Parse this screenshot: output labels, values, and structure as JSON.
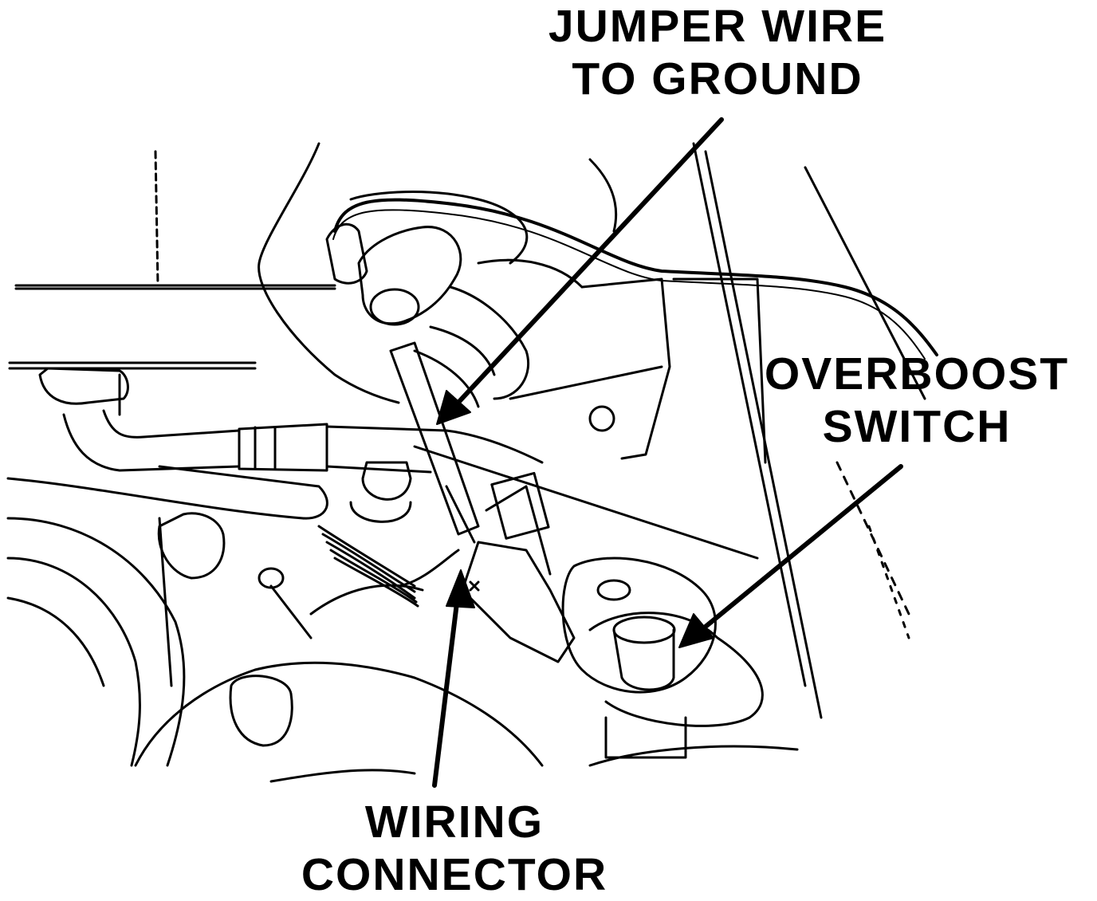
{
  "labels": {
    "jumper_wire": [
      "JUMPER WIRE",
      "TO GROUND"
    ],
    "overboost_switch": [
      "OVERBOOST",
      "SWITCH"
    ],
    "wiring_connector": [
      "WIRING",
      "CONNECTOR"
    ]
  },
  "colors": {
    "line": "#000000",
    "background": "#ffffff"
  }
}
